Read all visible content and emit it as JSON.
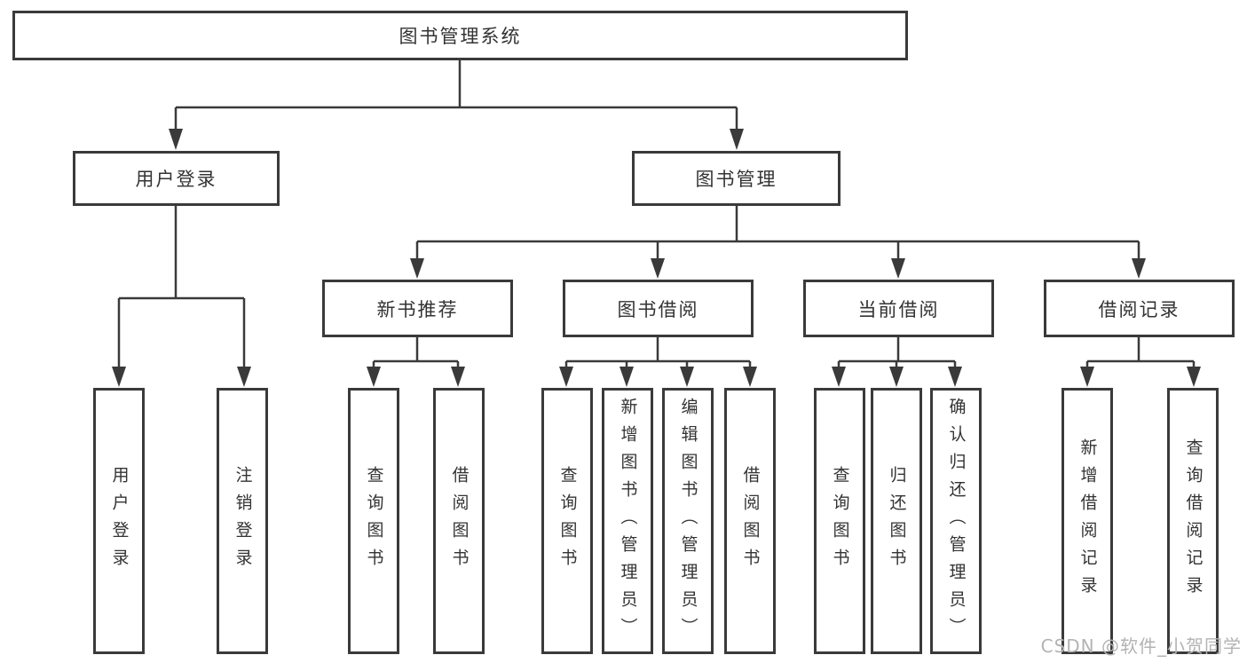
{
  "title": "图书管理系统",
  "hierarchy": {
    "label": "图书管理系统",
    "children": [
      {
        "label": "用户登录",
        "children": [
          {
            "label": "用户登录"
          },
          {
            "label": "注销登录"
          }
        ]
      },
      {
        "label": "图书管理",
        "children": [
          {
            "label": "新书推荐",
            "children": [
              {
                "label": "查询图书"
              },
              {
                "label": "借阅图书"
              }
            ]
          },
          {
            "label": "图书借阅",
            "children": [
              {
                "label": "查询图书"
              },
              {
                "label": "新增图书（管理员）"
              },
              {
                "label": "编辑图书（管理员）"
              },
              {
                "label": "借阅图书"
              }
            ]
          },
          {
            "label": "当前借阅",
            "children": [
              {
                "label": "查询图书"
              },
              {
                "label": "归还图书"
              },
              {
                "label": "确认归还（管理员）"
              }
            ]
          },
          {
            "label": "借阅记录",
            "children": [
              {
                "label": "新增借阅记录"
              },
              {
                "label": "查询借阅记录"
              }
            ]
          }
        ]
      }
    ]
  },
  "watermark": {
    "text": "CSDN @软件_小贺同学"
  },
  "colors": {
    "line": "#3a3a3a",
    "text": "#333333",
    "background": "#ffffff",
    "watermark": "#b3b3b3"
  }
}
